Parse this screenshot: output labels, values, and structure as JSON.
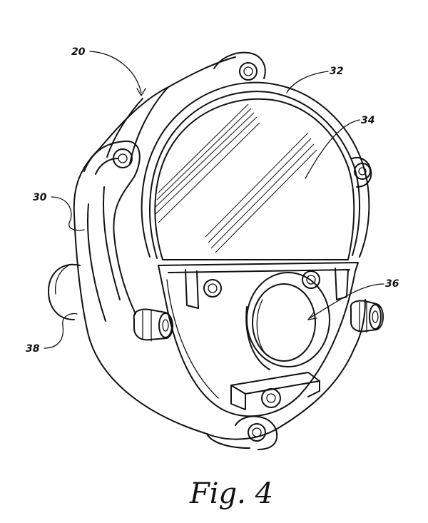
{
  "figure": {
    "caption": "Fig. 4",
    "labels": {
      "assembly": "20",
      "frame": "32",
      "lens": "34",
      "housing": "30",
      "port": "36",
      "side_fitting": "38"
    }
  }
}
